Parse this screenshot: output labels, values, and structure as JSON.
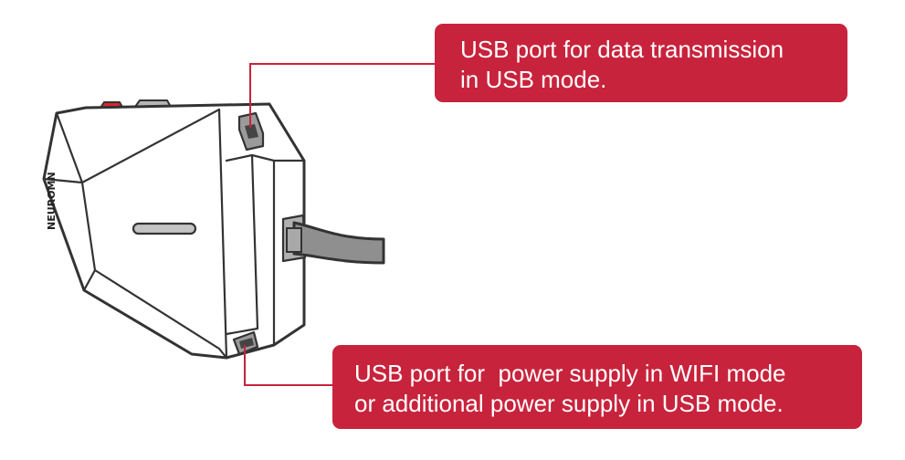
{
  "device": {
    "brand_logo": "NEUROMN",
    "colors": {
      "outline": "#333333",
      "body_fill": "#ffffff",
      "port_fill": "#9a9a9a",
      "cable_fill": "#8f8f8f",
      "button_red": "#d9262f",
      "button_grey": "#b5b5b5"
    }
  },
  "callouts": {
    "color": "#c8233c",
    "leader_color": "#c8233c",
    "top": {
      "line1": "USB port for data transmission",
      "line2": "in USB mode."
    },
    "bottom": {
      "line1": "USB port for  power supply in WIFI mode",
      "line2": "or additional power supply in USB mode."
    }
  }
}
